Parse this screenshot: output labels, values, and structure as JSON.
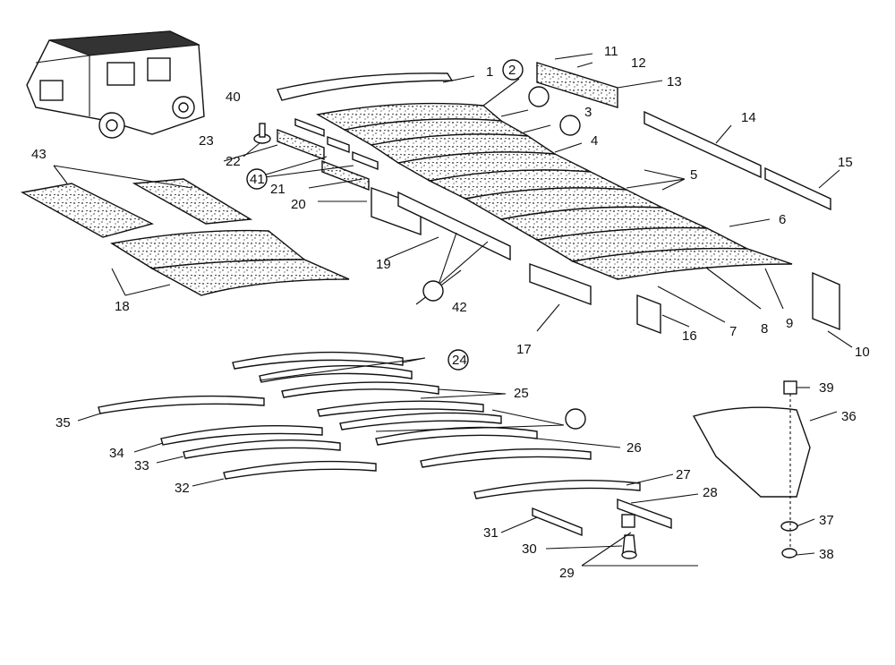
{
  "diagram": {
    "title": "Roof lining exploded parts diagram",
    "callouts": [
      "1",
      "2",
      "3",
      "4",
      "5",
      "6",
      "7",
      "8",
      "9",
      "10",
      "11",
      "12",
      "13",
      "14",
      "15",
      "16",
      "17",
      "18",
      "19",
      "20",
      "21",
      "22",
      "23",
      "24",
      "25",
      "26",
      "27",
      "28",
      "29",
      "30",
      "31",
      "32",
      "33",
      "34",
      "35",
      "36",
      "37",
      "38",
      "39",
      "40",
      "41",
      "42",
      "43"
    ],
    "circled_callouts": [
      "2",
      "24",
      "41"
    ]
  },
  "colors": {
    "ink": "#111111",
    "paper": "#ffffff"
  }
}
